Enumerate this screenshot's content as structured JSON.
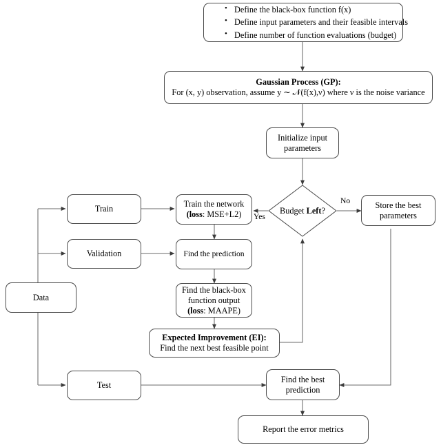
{
  "diagram": {
    "title": "Bayesian optimization flowchart",
    "type": "flowchart",
    "stroke_color": "#4a4a4a",
    "background": "#ffffff"
  },
  "nodes": {
    "setup": {
      "bullets": [
        "Define the black-box function f(x)",
        "Define input parameters and their feasible intervals",
        "Define number of function evaluations (budget)"
      ]
    },
    "gp": {
      "line1_bold": "Gaussian Process (GP):",
      "line2": "For (x, y) observation, assume y ∼ 𝒩(f(x),ν) where ν is the noise variance"
    },
    "initialize": {
      "line1": "Initialize input",
      "line2": "parameters"
    },
    "budget_decision": {
      "prefix": "Budget ",
      "bold": "Left",
      "suffix": "?"
    },
    "train": {
      "line1": "Train"
    },
    "validation": {
      "line1": "Validation"
    },
    "data": {
      "line1": "Data"
    },
    "test": {
      "line1": "Test"
    },
    "train_network": {
      "line1": "Train the network",
      "line2_bold": "(loss",
      "line2_rest": ":  MSE+L2)"
    },
    "find_prediction": {
      "line1": "Find the prediction"
    },
    "blackbox_output": {
      "line1": "Find the black-box",
      "line2": "function output",
      "line3_bold": "(loss",
      "line3_rest": ":  MAAPE)"
    },
    "expected_improvement": {
      "line1_bold": "Expected Improvement (EI):",
      "line2": "Find the next best feasible point"
    },
    "store_best": {
      "line1": "Store the best",
      "line2": "parameters"
    },
    "find_best_prediction": {
      "line1": "Find the best",
      "line2": "prediction"
    },
    "report_errors": {
      "line1": "Report the error metrics"
    }
  },
  "edge_labels": {
    "yes": "Yes",
    "no": "No"
  }
}
